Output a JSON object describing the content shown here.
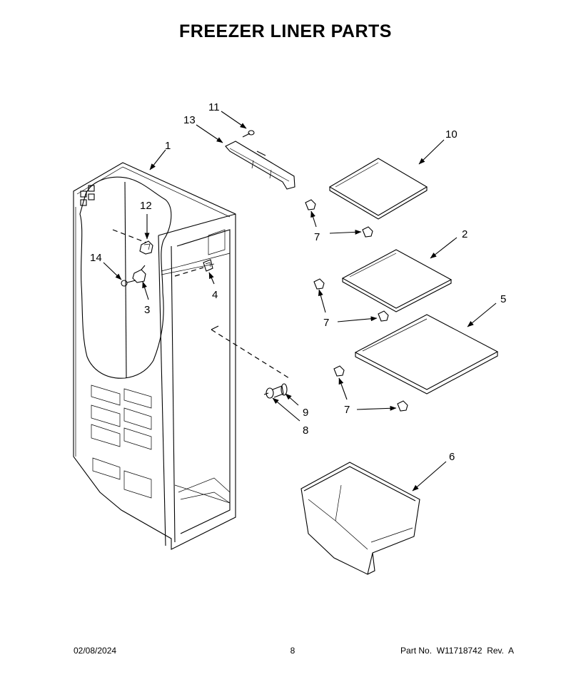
{
  "title": "FREEZER LINER PARTS",
  "callouts": {
    "c1": "1",
    "c2": "2",
    "c3": "3",
    "c4": "4",
    "c5": "5",
    "c6": "6",
    "c7a": "7",
    "c7b": "7",
    "c7c": "7",
    "c8": "8",
    "c9": "9",
    "c10": "10",
    "c11": "11",
    "c12": "12",
    "c13": "13",
    "c14": "14"
  },
  "footer": {
    "date": "02/08/2024",
    "page": "8",
    "part_no": "Part No.  W11718742  Rev.  A"
  }
}
